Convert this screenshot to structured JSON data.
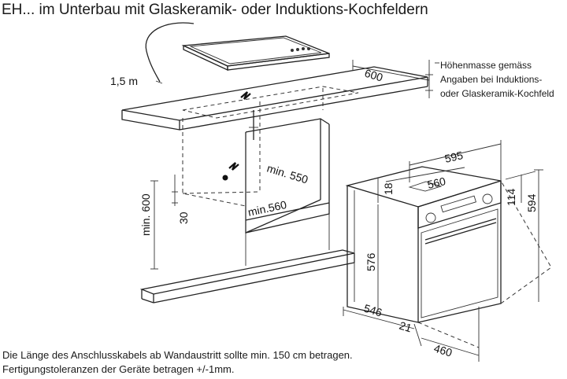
{
  "title": "EH... im Unterbau mit Glaskeramik- oder Induktions-Kochfeldern",
  "side_note": [
    "Höhenmasse gemäss",
    "Angaben bei Induktions-",
    "oder Glaskeramik-Kochfeld"
  ],
  "notes": [
    "Die Länge des Anschlusskabels ab Wandaustritt sollte min. 150 cm betragen.",
    "Fertigungstoleranzen der Geräte betragen +/-1mm."
  ],
  "dimensions": {
    "cable_length": "1,5 m",
    "depth_600": "600",
    "min_550": "min. 550",
    "min_560": "min.560",
    "min_600": "min. 600",
    "d30": "30",
    "w595": "595",
    "w560": "560",
    "d18": "18",
    "d114": "114",
    "h594": "594",
    "h576": "576",
    "d546": "546",
    "d21": "21",
    "d460": "460"
  },
  "icons": [
    "electric-bolt-icon"
  ]
}
